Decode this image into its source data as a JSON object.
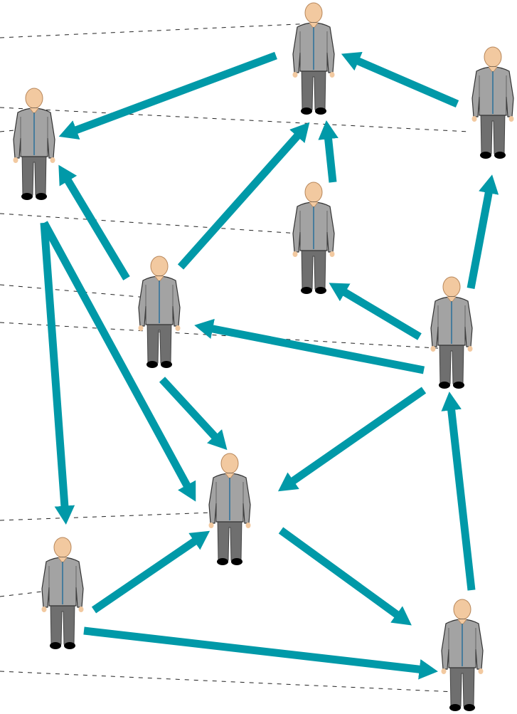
{
  "diagram": {
    "type": "social-network",
    "arrow_color": "#0099a8",
    "figure_icon": "person-icon",
    "figure_colors": {
      "skin": "#f2c9a0",
      "jacket": "#a3a3a3",
      "trousers": "#6f6f6f",
      "shoes": "#000000",
      "tie": "#2a6f9a"
    },
    "people": [
      {
        "id": "p1"
      },
      {
        "id": "p2"
      },
      {
        "id": "p3"
      },
      {
        "id": "p4"
      },
      {
        "id": "p5"
      },
      {
        "id": "p6"
      },
      {
        "id": "p7"
      },
      {
        "id": "p8"
      },
      {
        "id": "p9"
      },
      {
        "id": "p10"
      }
    ],
    "edges": [
      {
        "from": "p1",
        "to": "p2"
      },
      {
        "from": "p3",
        "to": "p1"
      },
      {
        "from": "p4",
        "to": "p1"
      },
      {
        "from": "p4",
        "to": "p3"
      },
      {
        "from": "p5",
        "to": "p2"
      },
      {
        "from": "p5",
        "to": "p1"
      },
      {
        "from": "p5",
        "to": "p7"
      },
      {
        "from": "p6",
        "to": "p4"
      },
      {
        "from": "p6",
        "to": "p5"
      },
      {
        "from": "p6",
        "to": "p8"
      },
      {
        "from": "p6",
        "to": "p9"
      },
      {
        "from": "p2",
        "to": "p7"
      },
      {
        "from": "p2",
        "to": "p8"
      },
      {
        "from": "p8",
        "to": "p10"
      },
      {
        "from": "p9",
        "to": "p6"
      },
      {
        "from": "p7",
        "to": "p9"
      },
      {
        "from": "p10",
        "to": "p7"
      },
      {
        "from": "p10",
        "to": "p9"
      }
    ]
  }
}
